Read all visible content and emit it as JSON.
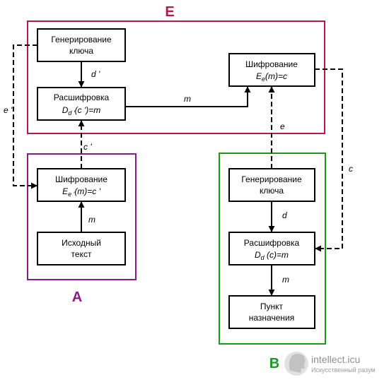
{
  "regions": {
    "e": {
      "label": "E",
      "color": "#b5174f"
    },
    "a": {
      "label": "A",
      "color": "#8a1a8c"
    },
    "b": {
      "label": "B",
      "color": "#1a9a1a"
    }
  },
  "nodes": {
    "e_keygen": {
      "line1": "Генерирование",
      "line2": "ключа"
    },
    "e_decrypt": {
      "line1": "Расшифровка",
      "line2_main": "D",
      "line2_sub": "d '",
      "line2_tail": "(c ')=m"
    },
    "e_encrypt": {
      "line1": "Шифрование",
      "line2_main": "E",
      "line2_sub": "e",
      "line2_tail": "(m)=c"
    },
    "a_encrypt": {
      "line1": "Шифрование",
      "line2_main": "E",
      "line2_sub": "e '",
      "line2_tail": "(m)=c '"
    },
    "a_source": {
      "line1": "Исходный",
      "line2": "текст"
    },
    "b_keygen": {
      "line1": "Генерирование",
      "line2": "ключа"
    },
    "b_decrypt": {
      "line1": "Расшифровка",
      "line2_main": "D",
      "line2_sub": "d",
      "line2_tail": " (c)=m"
    },
    "b_dest": {
      "line1": "Пункт",
      "line2": "назначения"
    }
  },
  "edges": {
    "d_prime": "d '",
    "m_e": "m",
    "e_prime": "e '",
    "c_prime": "c '",
    "m_a": "m",
    "e": "e",
    "c": "c",
    "d": "d",
    "m_b": "m"
  },
  "watermark": {
    "site": "intellect.icu",
    "tagline": "Искусственный разум"
  }
}
